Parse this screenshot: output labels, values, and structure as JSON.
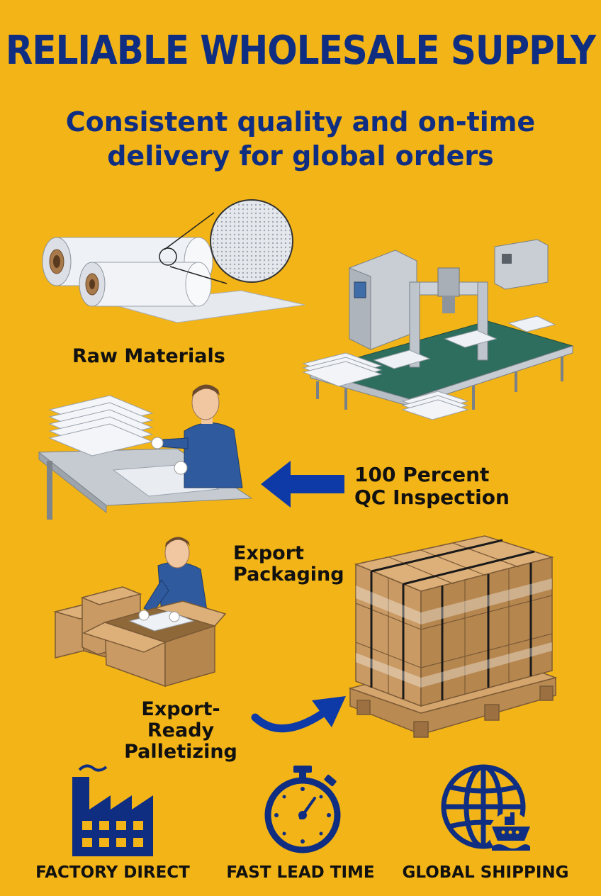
{
  "header": {
    "title": "RELIABLE WHOLESALE SUPPLY",
    "subtitle_line1": "Consistent quality and on-time",
    "subtitle_line2": "delivery for global orders"
  },
  "steps": {
    "raw_materials": "Raw Materials",
    "qc_line1": "100 Percent",
    "qc_line2": "QC Inspection",
    "packaging_line1": "Export",
    "packaging_line2": "Packaging",
    "palletizing_line1": "Export-Ready",
    "palletizing_line2": "Palletizing"
  },
  "badges": [
    {
      "label": "FACTORY DIRECT",
      "icon": "factory-icon"
    },
    {
      "label": "FAST LEAD TIME",
      "icon": "stopwatch-icon"
    },
    {
      "label": "GLOBAL SHIPPING",
      "icon": "globe-ship-icon"
    }
  ],
  "colors": {
    "background": "#F2B417",
    "brand_navy": "#0F2E82",
    "arrow_blue": "#0D3AA6"
  }
}
